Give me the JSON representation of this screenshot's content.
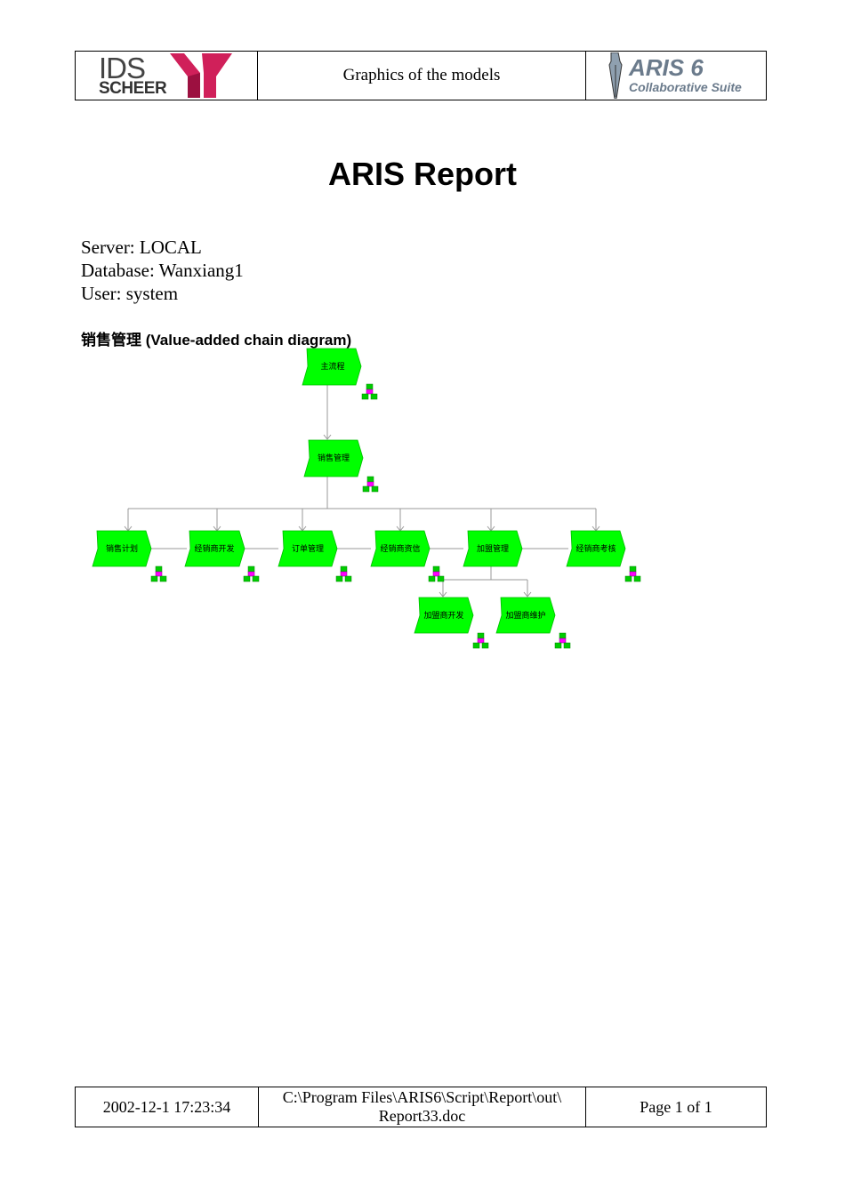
{
  "header": {
    "logo_left_line1": "IDS",
    "logo_left_line2": "SCHEER",
    "center": "Graphics of the models",
    "logo_right_line1": "ARIS 6",
    "logo_right_line2": "Collaborative Suite"
  },
  "title": "ARIS Report",
  "meta": {
    "server": "Server: LOCAL",
    "database": "Database: Wanxiang1",
    "user": "User: system"
  },
  "model": {
    "name": "销售管理 (Value-added chain diagram)",
    "nodes": {
      "root": "主流程",
      "level1": "销售管理",
      "n1": "销售计划",
      "n2": "经销商开发",
      "n3": "订单管理",
      "n4": "经销商资信",
      "n5": "加盟管理",
      "n6": "经销商考核",
      "n7": "加盟商开发",
      "n8": "加盟商维护"
    }
  },
  "footer": {
    "datetime": "2002-12-1 17:23:34",
    "path_line1": "C:\\Program Files\\ARIS6\\Script\\Report\\out\\",
    "path_line2": "Report33.doc",
    "page": "Page 1  of 1"
  },
  "colors": {
    "node_fill": "#00ff00",
    "assignment_top": "#ff00ff",
    "assignment_bottom": "#00cc00",
    "logo_red": "#d0205a"
  }
}
